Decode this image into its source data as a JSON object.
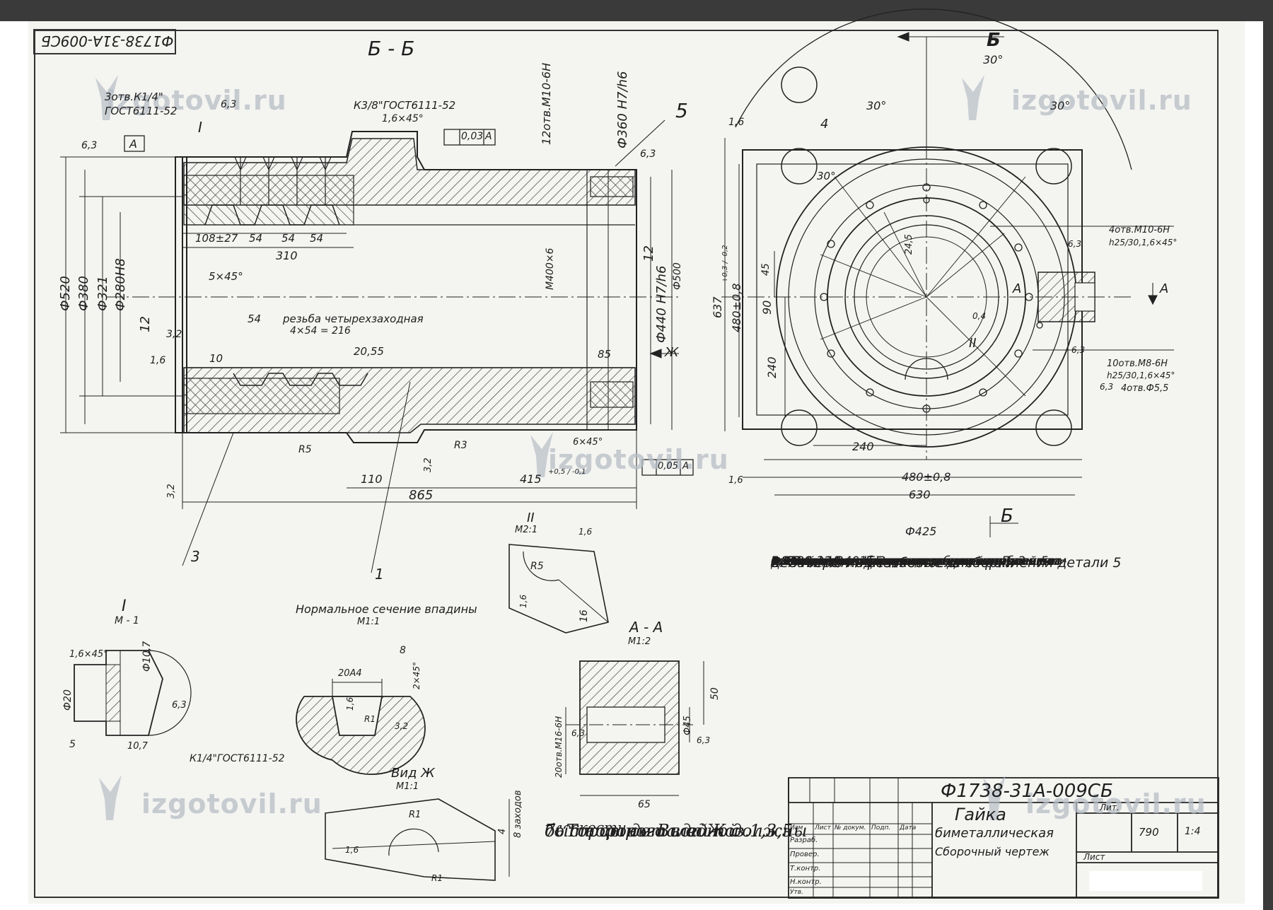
{
  "drawing": {
    "stamp_number": "Ф1738-31А-009СБ",
    "section_bb": "Б - Б",
    "view_arrow_label": "Б",
    "callouts": [
      "1",
      "3",
      "4",
      "5",
      "I",
      "II"
    ],
    "section_aa": {
      "title": "А - А",
      "scale": "М1:2"
    },
    "detail_I": {
      "title": "I",
      "scale": "М - 1"
    },
    "detail_II": {
      "title": "II",
      "scale": "М2:1"
    },
    "normal_section": {
      "title": "Нормальное сечение впадины",
      "scale": "М1:1"
    },
    "view_zh": {
      "title": "Вид Ж",
      "scale": "М1:1"
    }
  },
  "dimensions": {
    "left_view": {
      "holes_note_1": "3отв.К1/4\"",
      "holes_note_2": "ГОСТ6111-52",
      "thread_note_1": "К3/8\"ГОСТ6111-52",
      "thread_note_2": "1,6×45°",
      "thread_m": "12отв.М10-6Н",
      "fit_360": "Ф360 Н7/h6",
      "tol_frame_1": "0,03",
      "tol_frame_1_datum": "А",
      "datum_A": "А",
      "rough_63": "6,3",
      "rough_32": "3,2",
      "rough_16": "1,6",
      "d_520": "Ф520",
      "d_380": "Ф380",
      "d_321": "Ф321",
      "d_280": "Ф280Н8",
      "d_m400": "М400×6",
      "d_440": "Ф440 Н7/h6",
      "d_500": "Ф500",
      "d_12a": "12",
      "d_12b": "12",
      "l_108": "108±27",
      "l_54a": "54",
      "l_54b": "54",
      "l_54c": "54",
      "l_310": "310",
      "chamfer_5": "5×45°",
      "l_54d": "54",
      "thread_desc_1": "резьба четырехзаходная",
      "thread_desc_2": "4×54 = 216",
      "l_10": "10",
      "l_2055": "20,55",
      "l_85": "85",
      "view_zh_mark": "Ж",
      "r5": "R5",
      "r3": "R3",
      "chamfer_6": "6×45°",
      "l_110": "110",
      "l_415": "415",
      "l_415_tol": "+0,5 / -0,1",
      "l_865": "865",
      "tol_frame_2": "0,05",
      "tol_frame_2_datum": "А",
      "l_32": "3,2"
    },
    "right_view": {
      "angle_30a": "30°",
      "angle_30b": "30°",
      "angle_30c": "30°",
      "angle_30d": "30°",
      "d_637": "637",
      "d_637_tol": "+0,3 / -0,2",
      "d_480v": "480±0,8",
      "d_45": "45",
      "d_90": "90",
      "d_240v": "240",
      "d_240h": "240",
      "d_480h": "480±0,8",
      "d_630": "630",
      "d_425": "Ф425",
      "d_245": "24,5",
      "angle_04": "0,4",
      "holes_m10_1": "4отв.М10-6Н",
      "holes_m10_2": "h25/30,1,6×45°",
      "holes_m8_1": "10отв.М8-6Н",
      "holes_m8_2": "h25/30,1,6×45°",
      "holes_55": "4отв.Ф5,5",
      "section_mark_a": "А",
      "rough_16": "1,6",
      "rough_63": "6,3"
    },
    "details": {
      "d1_chamfer": "1,6×45°",
      "d1_d107": "Ф10,7",
      "d1_d20": "Ф20",
      "d1_63": "6,3",
      "d1_5": "5",
      "d1_107": "10,7",
      "d1_thread": "К1/4\"ГОСТ6111-52",
      "ns_20a4": "20А4",
      "ns_8": "8",
      "ns_2": "2×45°",
      "ns_r1": "R1",
      "ns_32": "3,2",
      "ns_16": "1,6",
      "d2_r5": "R5",
      "d2_16a": "1,6",
      "d2_16b": "1,6",
      "d2_16c": "16",
      "aa_50": "50",
      "aa_d45": "Ф45",
      "aa_63a": "6,3",
      "aa_63b": "6,3",
      "aa_65": "65",
      "aa_20otv": "20отв.М16-6Н",
      "zh_r1a": "R1",
      "zh_r1b": "R1",
      "zh_16": "1,6",
      "zh_4": "4",
      "zh_8": "8 заходов"
    }
  },
  "notes": [
    "1. Н14; h14; ± IT/2.",
    "2. Смазочные отверстия сверлить против впа-",
    "   дины каждого захода резьбы.",
    "3. Заходы резьбы запилить на размер 3... 5мм.",
    "4. Размер В при спаривании со шпинделем",
    "   Ф1738-32А-401 допускается увеличивать до",
    "   ±0,5мм от номинального значения. При этом",
    "   осевой зазор спаренных деталей не больше",
    "   0,35мм.",
    "5. Спаренные детали применять комплектно",
    "   и их заходы клеймить порядковыми клей-",
    "   мами.",
    "5.* Размеры для справок.",
    "6. Отверстия резьбовые для крепления детали 5",
    "   делать по подметке после сборки"
  ],
  "handwritten_note": [
    "7. Торцы деталей поз.1,3,5",
    "со стороны Вида Ж должны",
    "быть строго в одной",
    "плоскости"
  ],
  "title_block": {
    "designation": "Ф1738-31А-009СБ",
    "name_1": "Гайка",
    "name_2": "биметаллическая",
    "doc_type": "Сборочный чертеж",
    "col_lit": "Лит.",
    "mass": "790",
    "scale": "1:4",
    "sheet": "Лист",
    "head_izm": "Изм",
    "head_list": "Лист",
    "head_doc": "№ докум.",
    "head_sign": "Подп.",
    "head_date": "Дата",
    "role_1": "Разраб.",
    "role_2": "Провер.",
    "role_3": "Т.контр.",
    "role_4": "Н.контр.",
    "role_5": "Утв."
  },
  "watermark": "izgotovil.ru"
}
